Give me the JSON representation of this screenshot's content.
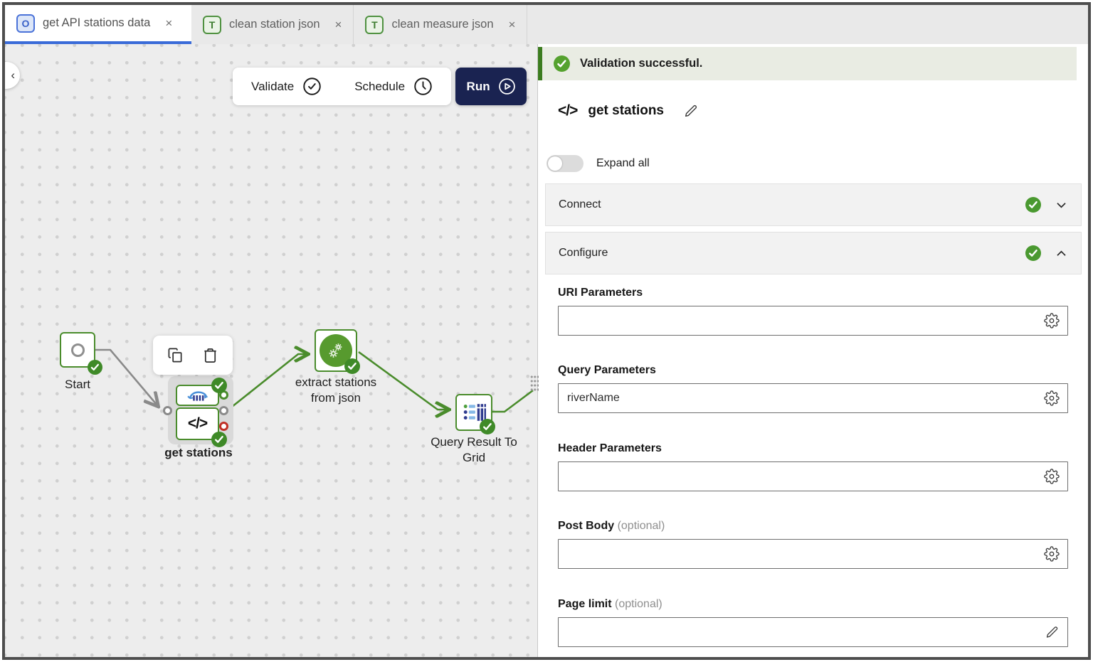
{
  "tabs": [
    {
      "icon_letter": "O",
      "label": "get API stations data",
      "close": "×"
    },
    {
      "icon_letter": "T",
      "label": "clean station json",
      "close": "×"
    },
    {
      "icon_letter": "T",
      "label": "clean measure json",
      "close": "×"
    }
  ],
  "canvas_toolbar": {
    "validate": "Validate",
    "schedule": "Schedule",
    "run": "Run"
  },
  "nodes": {
    "start": {
      "label": "Start"
    },
    "get_stations": {
      "label": "get stations",
      "code_glyph": "</>"
    },
    "extract": {
      "line1": "extract stations",
      "line2": "from json"
    },
    "query": {
      "line1": "Query Result To",
      "line2": "Grid"
    }
  },
  "panel": {
    "banner": "Validation successful.",
    "operator_glyph": "</>",
    "title": "get stations",
    "expand_all": "Expand all",
    "sections": {
      "connect": "Connect",
      "configure": "Configure"
    },
    "fields": [
      {
        "label": "URI Parameters",
        "optional": "",
        "value": ""
      },
      {
        "label": "Query Parameters",
        "optional": "",
        "value": "riverName"
      },
      {
        "label": "Header Parameters",
        "optional": "",
        "value": ""
      },
      {
        "label": "Post Body",
        "optional": "(optional)",
        "value": ""
      },
      {
        "label": "Page limit",
        "optional": "(optional)",
        "value": ""
      }
    ]
  },
  "icons": {
    "validate": "check-circle",
    "schedule": "clock",
    "run": "play-circle",
    "edit": "pencil",
    "settings": "gear",
    "copy": "copy",
    "delete": "trash",
    "status": "check-badge",
    "expand": "chevron"
  },
  "colors": {
    "accent_blue": "#3a6bd8",
    "node_green": "#4a8c2c",
    "badge_green": "#3f8a28",
    "banner_green": "#3c7c20",
    "run_navy": "#1a2351",
    "error_red": "#c03026",
    "banner_bg": "#e9ece3",
    "section_bg": "#f2f2f2"
  }
}
